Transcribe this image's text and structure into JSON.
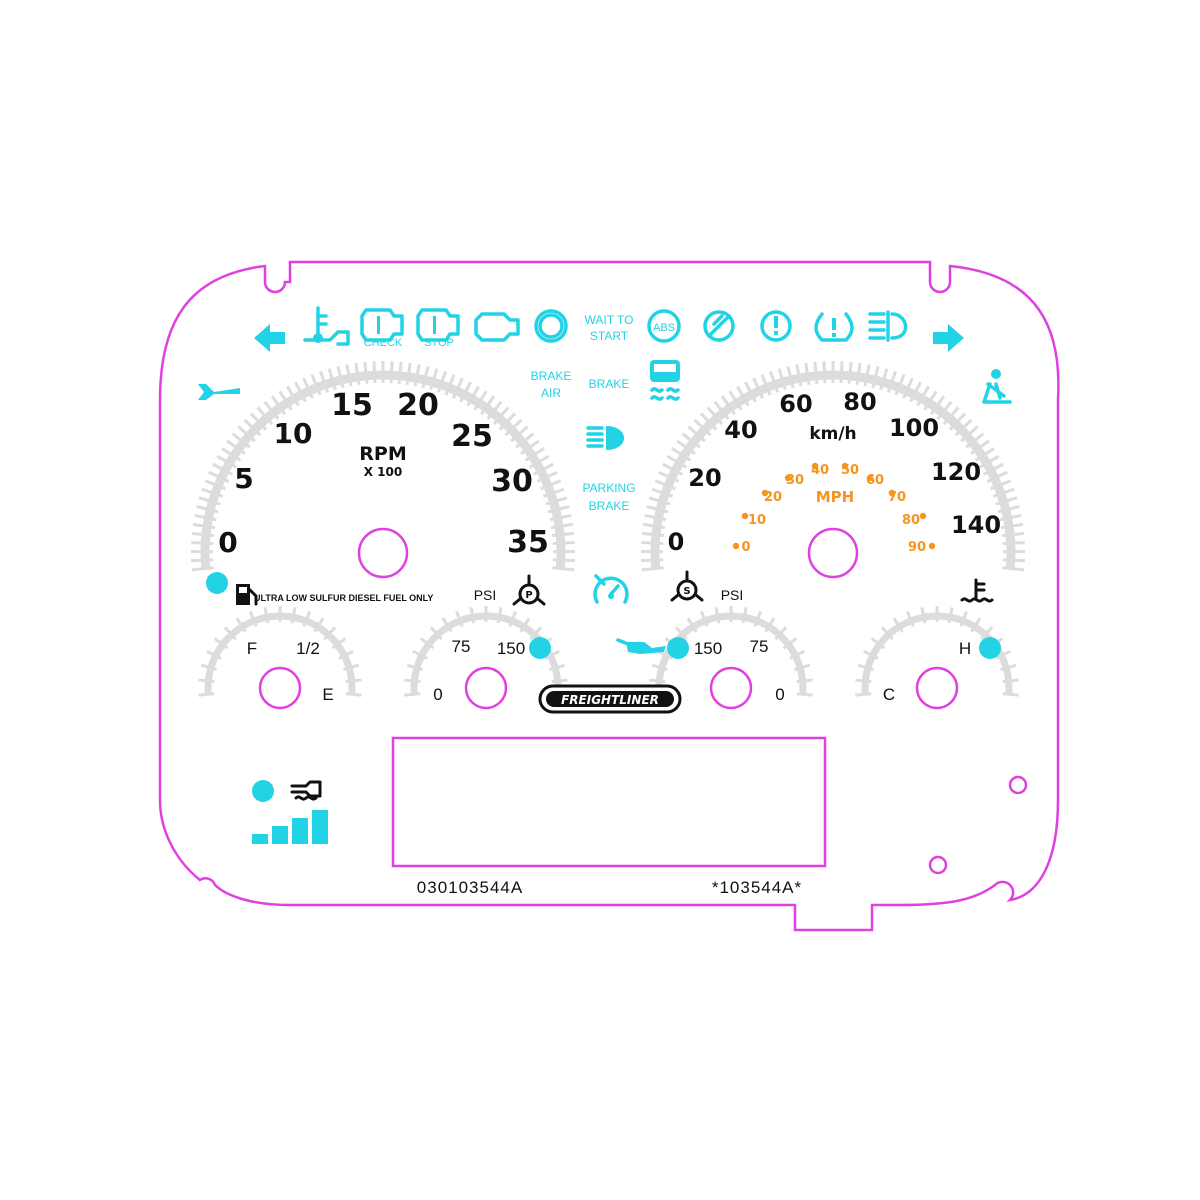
{
  "colors": {
    "outline": "#e040e0",
    "indicator": "#22d3e6",
    "scale": "#dcdcdc",
    "text": "#111111",
    "mph": "#f7941d"
  },
  "top_indicators": {
    "check_label": "CHECK",
    "stop_label": "STOP",
    "wait_to_start": [
      "WAIT TO",
      "START"
    ],
    "icons": [
      "left-turn-arrow-icon",
      "engine-temp-icon",
      "check-engine-icon",
      "stop-engine-icon",
      "engine-icon",
      "brake-warning-icon",
      "abs-icon",
      "trailer-abs-icon",
      "warning-gear-icon",
      "tire-pressure-icon",
      "fog-lights-icon",
      "right-turn-arrow-icon"
    ]
  },
  "center_indicators": {
    "brake_air": [
      "BRAKE",
      "AIR"
    ],
    "brake": "BRAKE",
    "parking_brake": [
      "PARKING",
      "BRAKE"
    ],
    "abs_label": "ABS"
  },
  "tachometer": {
    "ticks": [
      "0",
      "5",
      "10",
      "15",
      "20",
      "25",
      "30",
      "35"
    ],
    "label": "RPM",
    "multiplier": "X 100"
  },
  "speedometer": {
    "kmh_ticks": [
      "0",
      "20",
      "40",
      "60",
      "80",
      "100",
      "120",
      "140"
    ],
    "unit": "km/h",
    "mph_label": "MPH",
    "mph_ticks": [
      "0",
      "10",
      "20",
      "30",
      "40",
      "50",
      "60",
      "70",
      "80",
      "90"
    ]
  },
  "fuel": {
    "full": "F",
    "half": "1/2",
    "empty": "E",
    "notice": "ULTRA LOW SULFUR DIESEL FUEL ONLY"
  },
  "primary_air": {
    "unit": "PSI",
    "ticks": [
      "0",
      "75",
      "150"
    ]
  },
  "secondary_air": {
    "unit": "PSI",
    "ticks": [
      "150",
      "75",
      "0"
    ]
  },
  "coolant": {
    "hot": "H",
    "cold": "C"
  },
  "brand": "FREIGHTLINER",
  "part_number": "030103544A",
  "barcode_text": "*103544A*"
}
